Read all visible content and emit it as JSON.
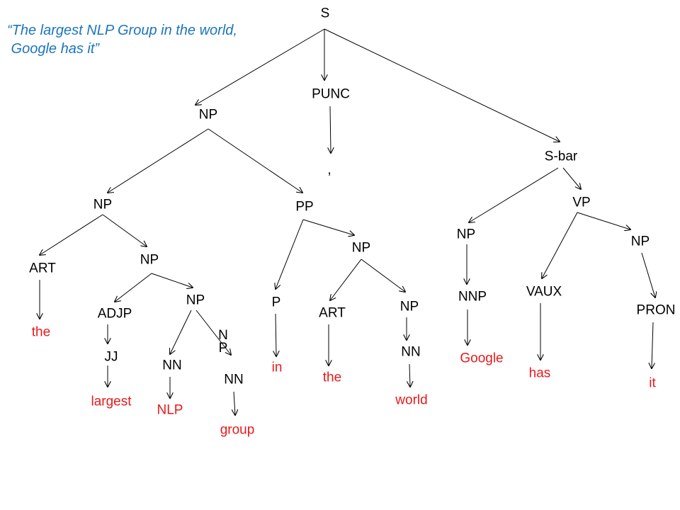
{
  "caption": {
    "line1": "“The largest NLP Group in the world,",
    "line2": " Google has it”"
  },
  "colors": {
    "caption": "#1b75bc",
    "label": "#000000",
    "word": "#e8191c",
    "edge": "#000000"
  },
  "tree": {
    "nodes": [
      {
        "id": "s",
        "text": "S",
        "kind": "label"
      },
      {
        "id": "np-subject",
        "text": "NP",
        "kind": "label"
      },
      {
        "id": "punc",
        "text": "PUNC",
        "kind": "label"
      },
      {
        "id": "comma",
        "text": ",",
        "kind": "label"
      },
      {
        "id": "sbar",
        "text": "S-bar",
        "kind": "label"
      },
      {
        "id": "np-left",
        "text": "NP",
        "kind": "label"
      },
      {
        "id": "pp",
        "text": "PP",
        "kind": "label"
      },
      {
        "id": "art-1",
        "text": "ART",
        "kind": "label"
      },
      {
        "id": "np-inner",
        "text": "NP",
        "kind": "label"
      },
      {
        "id": "word-the-1",
        "text": "the",
        "kind": "word"
      },
      {
        "id": "adjp",
        "text": "ADJP",
        "kind": "label"
      },
      {
        "id": "np-nlp-group",
        "text": "NP",
        "kind": "label"
      },
      {
        "id": "jj",
        "text": "JJ",
        "kind": "label"
      },
      {
        "id": "word-largest",
        "text": "largest",
        "kind": "word"
      },
      {
        "id": "nn-nlp",
        "text": "NN",
        "kind": "label"
      },
      {
        "id": "np-group",
        "text": "N\nP",
        "kind": "label"
      },
      {
        "id": "nn-group",
        "text": "NN",
        "kind": "label"
      },
      {
        "id": "word-nlp",
        "text": "NLP",
        "kind": "word"
      },
      {
        "id": "word-group",
        "text": "group",
        "kind": "word"
      },
      {
        "id": "p",
        "text": "P",
        "kind": "label"
      },
      {
        "id": "word-in",
        "text": "in",
        "kind": "word"
      },
      {
        "id": "np-pp",
        "text": "NP",
        "kind": "label"
      },
      {
        "id": "art-2",
        "text": "ART",
        "kind": "label"
      },
      {
        "id": "word-the-2",
        "text": "the",
        "kind": "word"
      },
      {
        "id": "np-world",
        "text": "NP",
        "kind": "label"
      },
      {
        "id": "nn-world",
        "text": "NN",
        "kind": "label"
      },
      {
        "id": "word-world",
        "text": "world",
        "kind": "word"
      },
      {
        "id": "np-google",
        "text": "NP",
        "kind": "label"
      },
      {
        "id": "nnp",
        "text": "NNP",
        "kind": "label"
      },
      {
        "id": "word-google",
        "text": "Google",
        "kind": "word"
      },
      {
        "id": "vp",
        "text": "VP",
        "kind": "label"
      },
      {
        "id": "vaux",
        "text": "VAUX",
        "kind": "label"
      },
      {
        "id": "word-has",
        "text": "has",
        "kind": "word"
      },
      {
        "id": "np-it",
        "text": "NP",
        "kind": "label"
      },
      {
        "id": "pron",
        "text": "PRON",
        "kind": "label"
      },
      {
        "id": "word-it",
        "text": "it",
        "kind": "word"
      }
    ],
    "edges": [
      [
        "s",
        "np-subject"
      ],
      [
        "s",
        "punc"
      ],
      [
        "s",
        "sbar"
      ],
      [
        "punc",
        "comma"
      ],
      [
        "np-subject",
        "np-left"
      ],
      [
        "np-subject",
        "pp"
      ],
      [
        "np-left",
        "art-1"
      ],
      [
        "np-left",
        "np-inner"
      ],
      [
        "art-1",
        "word-the-1"
      ],
      [
        "np-inner",
        "adjp"
      ],
      [
        "np-inner",
        "np-nlp-group"
      ],
      [
        "adjp",
        "jj"
      ],
      [
        "jj",
        "word-largest"
      ],
      [
        "np-nlp-group",
        "nn-nlp"
      ],
      [
        "np-nlp-group",
        "np-group"
      ],
      [
        "nn-nlp",
        "word-nlp"
      ],
      [
        "nn-group",
        "word-group"
      ],
      [
        "pp",
        "p"
      ],
      [
        "pp",
        "np-pp"
      ],
      [
        "p",
        "word-in"
      ],
      [
        "np-pp",
        "art-2"
      ],
      [
        "np-pp",
        "np-world"
      ],
      [
        "art-2",
        "word-the-2"
      ],
      [
        "np-world",
        "nn-world"
      ],
      [
        "nn-world",
        "word-world"
      ],
      [
        "sbar",
        "np-google"
      ],
      [
        "sbar",
        "vp"
      ],
      [
        "np-google",
        "nnp"
      ],
      [
        "nnp",
        "word-google"
      ],
      [
        "vp",
        "vaux"
      ],
      [
        "vp",
        "np-it"
      ],
      [
        "vaux",
        "word-has"
      ],
      [
        "np-it",
        "pron"
      ],
      [
        "pron",
        "word-it"
      ]
    ]
  }
}
